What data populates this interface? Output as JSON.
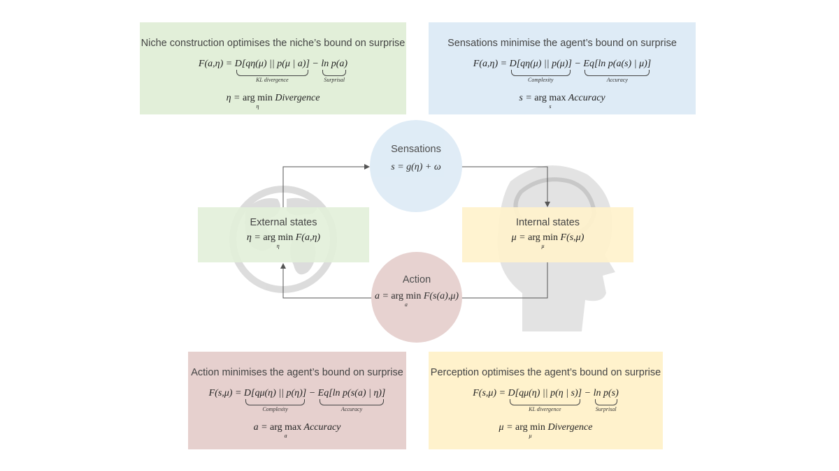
{
  "panels": {
    "niche": {
      "title": "Niche construction optimises the niche’s bound on surprise",
      "lhs": "F(a,η) = ",
      "term1": "D[qη(μ) || p(μ | a)]",
      "term1_label": "KL divergence",
      "op": " − ",
      "term2": "ln p(a)",
      "term2_label": "Surprisal",
      "opt_lhs": "η = ",
      "opt_op": "arg min",
      "opt_var": "η",
      "opt_rhs": " Divergence"
    },
    "sensations": {
      "title": "Sensations minimise the agent’s bound on surprise",
      "lhs": "F(a,η) = ",
      "term1": "D[qη(μ) || p(μ)]",
      "term1_label": "Complexity",
      "op": " − ",
      "term2": "Eq[ln p(a(s) | μ)]",
      "term2_label": "Accuracy",
      "opt_lhs": "s = ",
      "opt_op": "arg max",
      "opt_var": "s",
      "opt_rhs": " Accuracy"
    },
    "action": {
      "title": "Action minimises the agent’s bound on surprise",
      "lhs": "F(s,μ) = ",
      "term1": "D[qμ(η) || p(η)]",
      "term1_label": "Complexity",
      "op": " − ",
      "term2": "Eq[ln p(s(a) | η)]",
      "term2_label": "Accuracy",
      "opt_lhs": "a = ",
      "opt_op": "arg max",
      "opt_var": "a",
      "opt_rhs": " Accuracy"
    },
    "perception": {
      "title": "Perception optimises the agent’s bound on surprise",
      "lhs": "F(s,μ) = ",
      "term1": "D[qμ(η) || p(η | s)]",
      "term1_label": "KL divergence",
      "op": " − ",
      "term2": "ln p(s)",
      "term2_label": "Surprisal",
      "opt_lhs": "μ = ",
      "opt_op": "arg min",
      "opt_var": "μ",
      "opt_rhs": " Divergence"
    }
  },
  "nodes": {
    "sensations": {
      "label": "Sensations",
      "eq": "s = g(η) + ω"
    },
    "external": {
      "label": "External states",
      "eq_lhs": "η = ",
      "eq_op": "arg min",
      "eq_var": "η",
      "eq_rhs": " F(a,η)"
    },
    "internal": {
      "label": "Internal states",
      "eq_lhs": "μ = ",
      "eq_op": "arg min",
      "eq_var": "μ",
      "eq_rhs": " F(s,μ)"
    },
    "action": {
      "label": "Action",
      "eq_lhs": "a = ",
      "eq_op": "arg min",
      "eq_var": "a",
      "eq_rhs": " F(s(a),μ)"
    }
  },
  "colors": {
    "green": "#e2efd9",
    "blue": "#deebf6",
    "rose": "#e6d0ce",
    "yellow": "#fff2cc",
    "arrow": "#555555",
    "icon": "#d9d9d9"
  },
  "icons": {
    "globe": "globe-icon",
    "head": "brain-head-icon"
  }
}
